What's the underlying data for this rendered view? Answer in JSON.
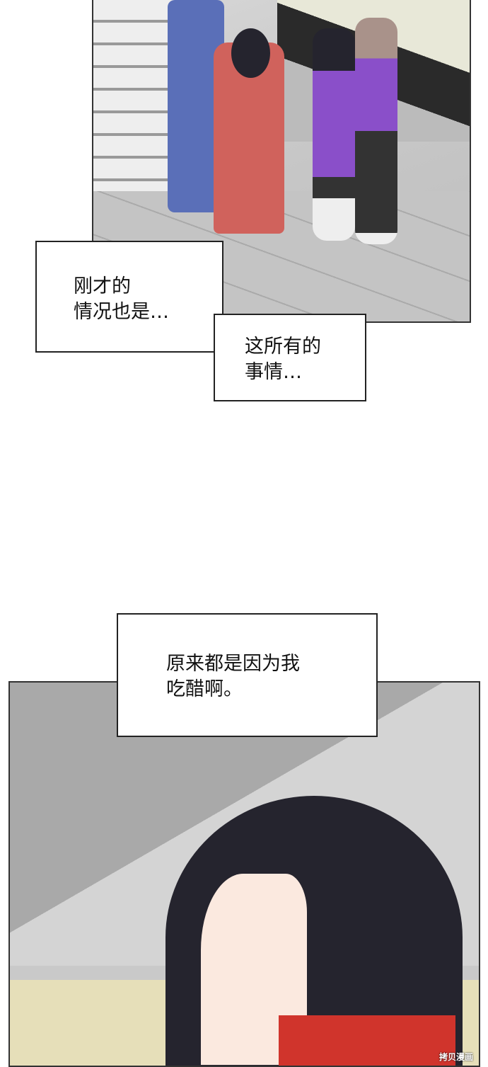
{
  "bubbles": [
    {
      "lines": [
        "刚才的",
        "情况也是…"
      ]
    },
    {
      "lines": [
        "这所有的",
        "事情…"
      ]
    },
    {
      "lines": [
        "原来都是因为我",
        "吃醋啊。"
      ]
    }
  ],
  "watermark": "拷贝漫画",
  "colors": {
    "panel_border": "#333333",
    "hair": "#25242e",
    "shirt_red": "#d0342c",
    "purple": "#8a4fc9",
    "blue": "#5a6fb8"
  }
}
